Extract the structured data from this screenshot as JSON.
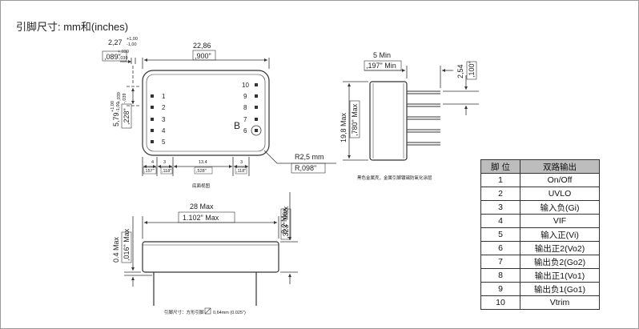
{
  "title": "引脚尺寸: mm和(inches)",
  "dims": {
    "pin_offset_mm": "2,27",
    "pin_offset_mm_tol_plus": "+1,00",
    "pin_offset_mm_tol_minus": "-1,00",
    "pin_offset_in": ",089\"",
    "pin_offset_in_tol_plus": "+,039",
    "pin_offset_in_tol_minus": "-,039",
    "width_mm": "22,86",
    "width_in": ",900\"",
    "height_mm": "5,79",
    "height_mm_tol_plus": "+1,00",
    "height_mm_tol_minus": "-1,00",
    "height_in": ",228\"",
    "height_in_tol_plus": "+,039",
    "height_in_tol_minus": "-,039",
    "bot_4_mm": "4",
    "bot_4_in": ",157\"",
    "bot_3a_mm": "3",
    "bot_3a_in": ",118\"",
    "bot_134_mm": "13,4",
    "bot_134_in": ",528\"",
    "bot_3b_mm": "3",
    "bot_3b_in": ",118\"",
    "radius_mm": "R2,5 mm",
    "radius_in": "R,098\"",
    "bottom_caption": "底面视图",
    "label_b": "B",
    "min5_mm": "5 Min",
    "min5_in": ",197\" Min",
    "pitch_mm": "2,54",
    "pitch_in": ",100\"",
    "side_h_mm": "19,8 Max",
    "side_h_in": ",780\" Max",
    "side_note": "黑色金属壳，金属引脚镀锡防氧化涂层",
    "front_w_mm": "28 Max",
    "front_w_in": "1.102\" Max",
    "front_h_mm": "8.2 Max",
    "front_h_in": ",323\" Max",
    "front_gap_mm": "0.4 Max",
    "front_gap_in": ",016\" Max",
    "pin_caption_a": "引脚尺寸：方形引脚",
    "pin_caption_b": "0,64mm (0.025\")"
  },
  "pin_numbers_left": [
    "1",
    "2",
    "3",
    "4",
    "5"
  ],
  "pin_numbers_right": [
    "10",
    "9",
    "8",
    "7",
    "6"
  ],
  "table": {
    "header_pin": "脚 位",
    "header_function": "双路输出",
    "rows": [
      {
        "pin": "1",
        "function": "On/Off"
      },
      {
        "pin": "2",
        "function": "UVLO"
      },
      {
        "pin": "3",
        "function": "输入负(Gi)"
      },
      {
        "pin": "4",
        "function": "VIF"
      },
      {
        "pin": "5",
        "function": "输入正(Vi)"
      },
      {
        "pin": "6",
        "function": "输出正2(Vo2)"
      },
      {
        "pin": "7",
        "function": "输出负2(Go2)"
      },
      {
        "pin": "8",
        "function": "输出正1(Vo1)"
      },
      {
        "pin": "9",
        "function": "输出负1(Go1)"
      },
      {
        "pin": "10",
        "function": "Vtrim"
      }
    ]
  }
}
